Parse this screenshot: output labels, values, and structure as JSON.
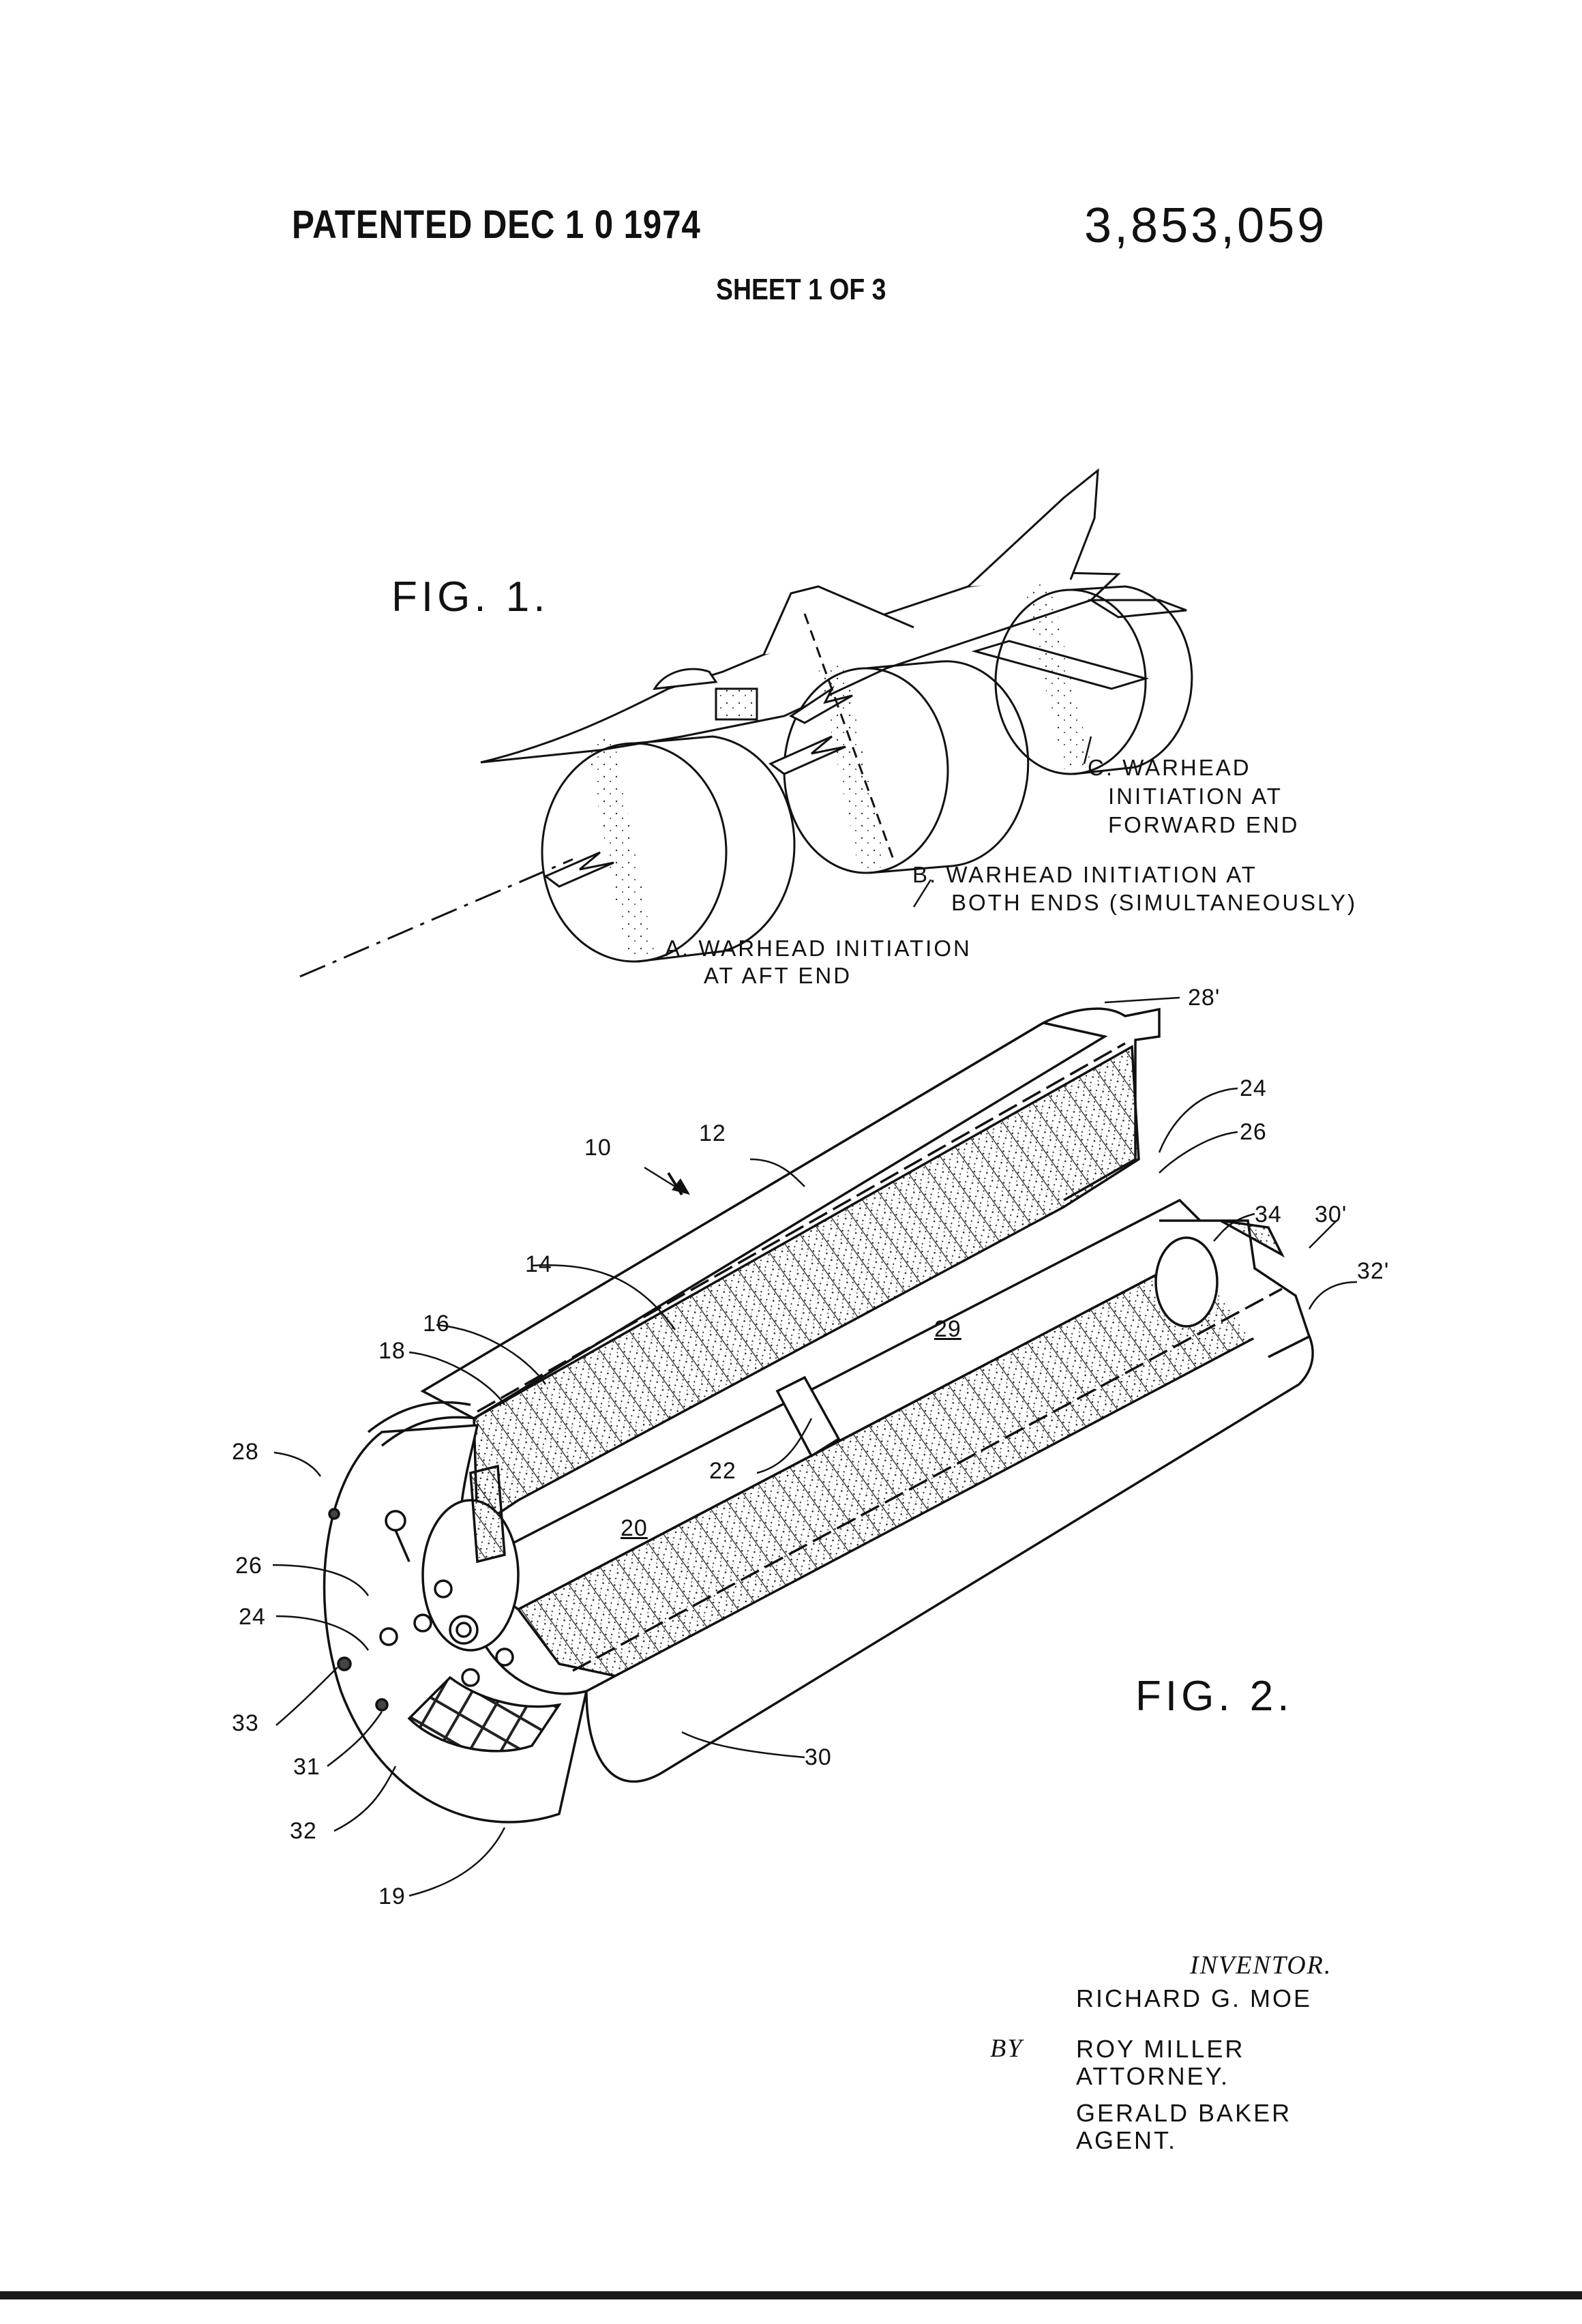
{
  "header": {
    "patented": "PATENTED DEC 1 0 1974",
    "patent_number": "3,853,059",
    "sheet": "SHEET 1 OF 3"
  },
  "fig1": {
    "label": "FIG. 1.",
    "callout_c": [
      "C. WARHEAD",
      "INITIATION AT",
      "FORWARD END"
    ],
    "callout_b": [
      "B. WARHEAD INITIATION AT",
      "BOTH ENDS (SIMULTANEOUSLY)"
    ],
    "callout_a": [
      "A. WARHEAD INITIATION",
      "AT AFT END"
    ]
  },
  "fig2": {
    "label": "FIG. 2.",
    "refs": {
      "r28p": "28'",
      "r24a": "24",
      "r26a": "26",
      "r10": "10",
      "r12": "12",
      "r34": "34",
      "r30p": "30'",
      "r32p": "32'",
      "r14": "14",
      "r16": "16",
      "r18": "18",
      "r29": "29",
      "r28": "28",
      "r22": "22",
      "r20": "20",
      "r26b": "26",
      "r24b": "24",
      "r33": "33",
      "r31": "31",
      "r30": "30",
      "r32": "32",
      "r19": "19"
    }
  },
  "signature": {
    "inventor_label": "INVENTOR.",
    "inventor_name": "RICHARD G. MOE",
    "by": "BY",
    "attorney_name": "ROY MILLER",
    "attorney_role": "ATTORNEY.",
    "agent_name": "GERALD BAKER",
    "agent_role": "AGENT."
  }
}
